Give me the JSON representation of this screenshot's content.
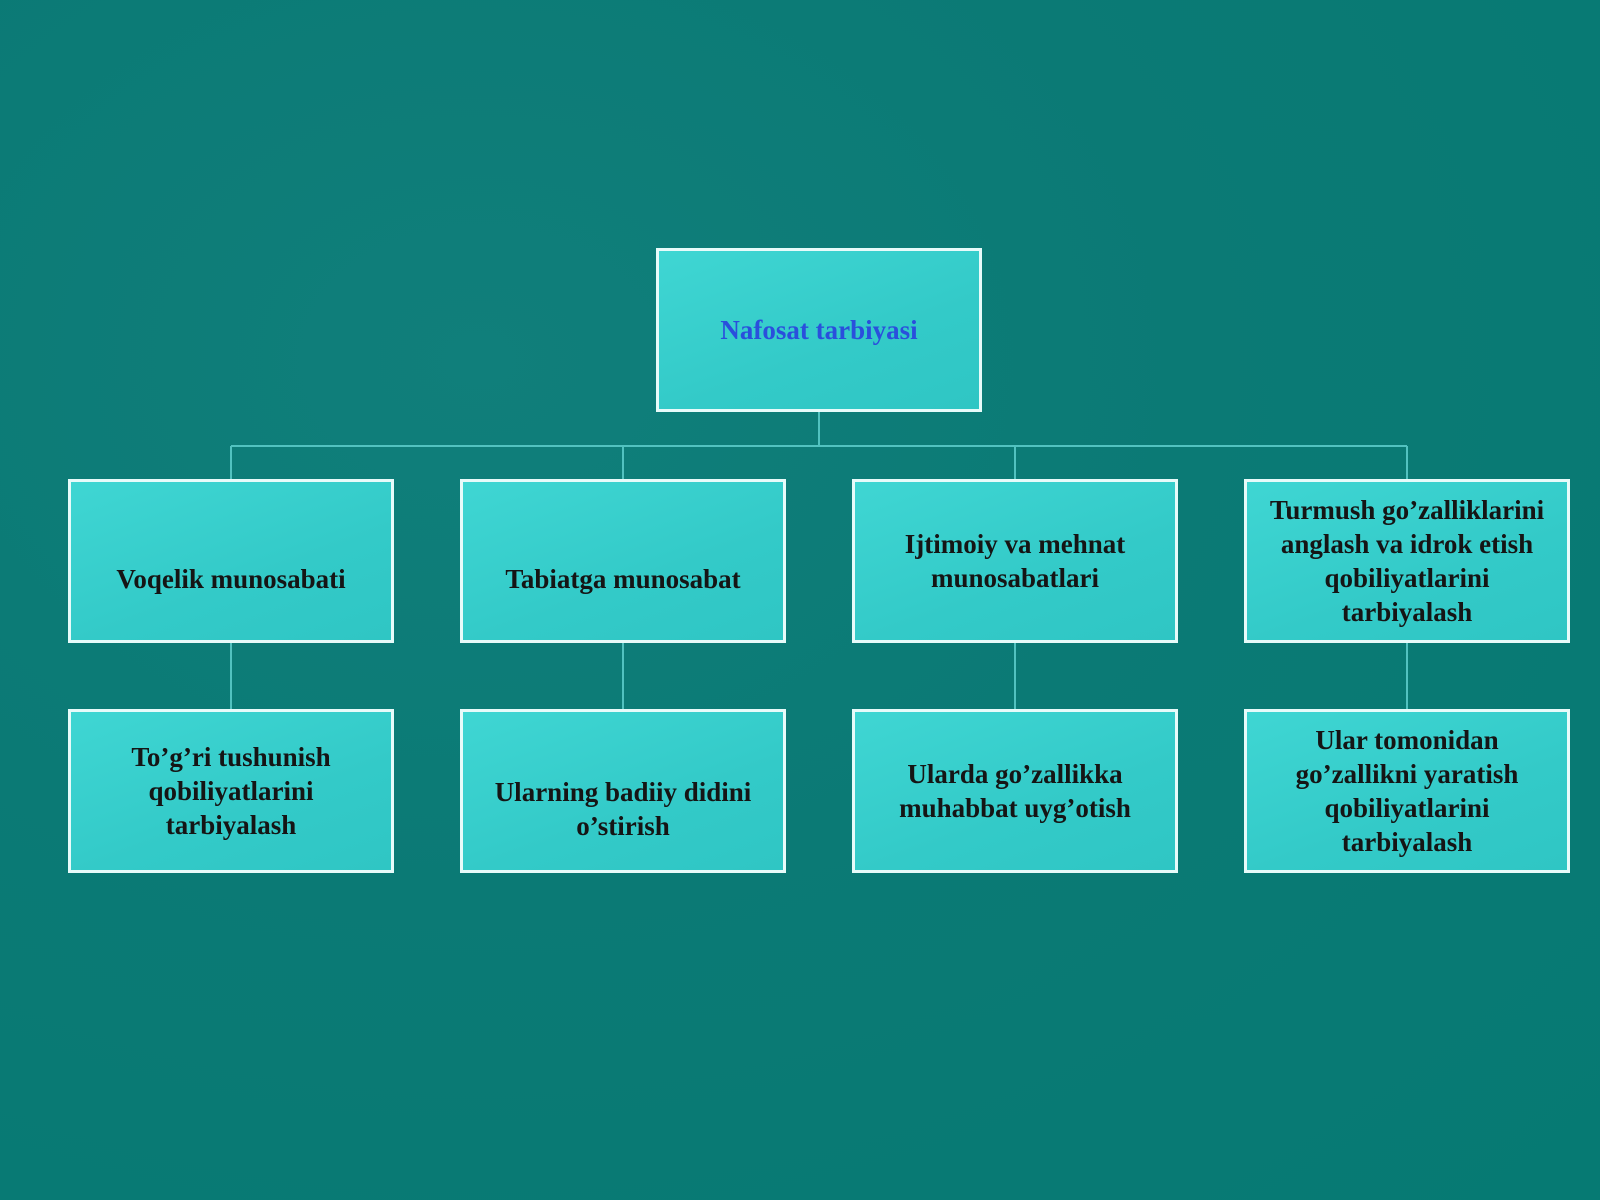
{
  "diagram": {
    "root": {
      "label": "Nafosat tarbiyasi"
    },
    "branches": [
      {
        "top": "Voqelik munosabati",
        "bottom": "To’g’ri  tushunish\nqobiliyatlarini\ntarbiyalash"
      },
      {
        "top": "Tabiatga munosabat",
        "bottom": "Ularning badiiy didini\no’stirish"
      },
      {
        "top": "Ijtimoiy  va mehnat\nmunosabatlari",
        "bottom": "Ularda go’zallikka\nmuhabbat uyg’otish"
      },
      {
        "top": "Turmush  go’zalliklarini\nanglash va idrok etish\nqobiliyatlarini\ntarbiyalash",
        "bottom": "Ular tomonidan\ngo’zallikni yaratish\nqobiliyatlarini\ntarbiyalash"
      }
    ],
    "colors": {
      "background": "#0b7a75",
      "box_fill": "#36cecb",
      "box_border": "#e7fbfa",
      "connector": "#52c2c0",
      "root_text": "#2a4fdc",
      "box_text": "#151515"
    }
  }
}
